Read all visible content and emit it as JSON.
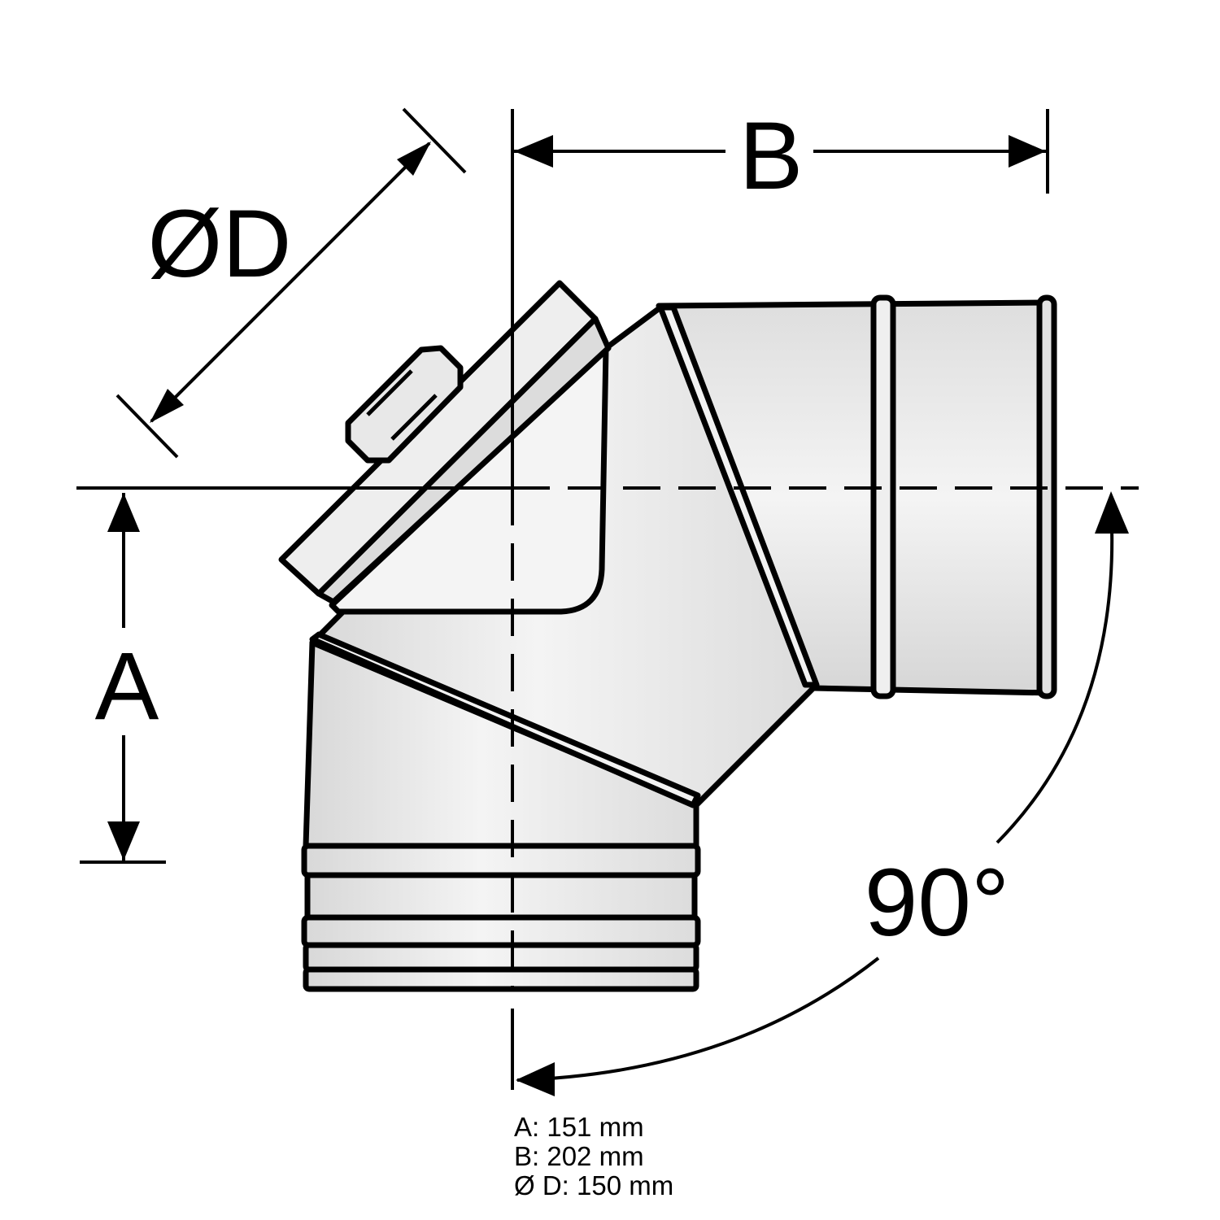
{
  "labels": {
    "diameter": "ØD",
    "width": "B",
    "height": "A",
    "angle": "90°"
  },
  "specs": [
    "A: 151 mm",
    "B: 202 mm",
    "Ø D: 150 mm"
  ],
  "colors": {
    "line": "#000000",
    "fill": "#e6e6e6",
    "fill_light": "#f2f2f2",
    "background": "#ffffff"
  }
}
